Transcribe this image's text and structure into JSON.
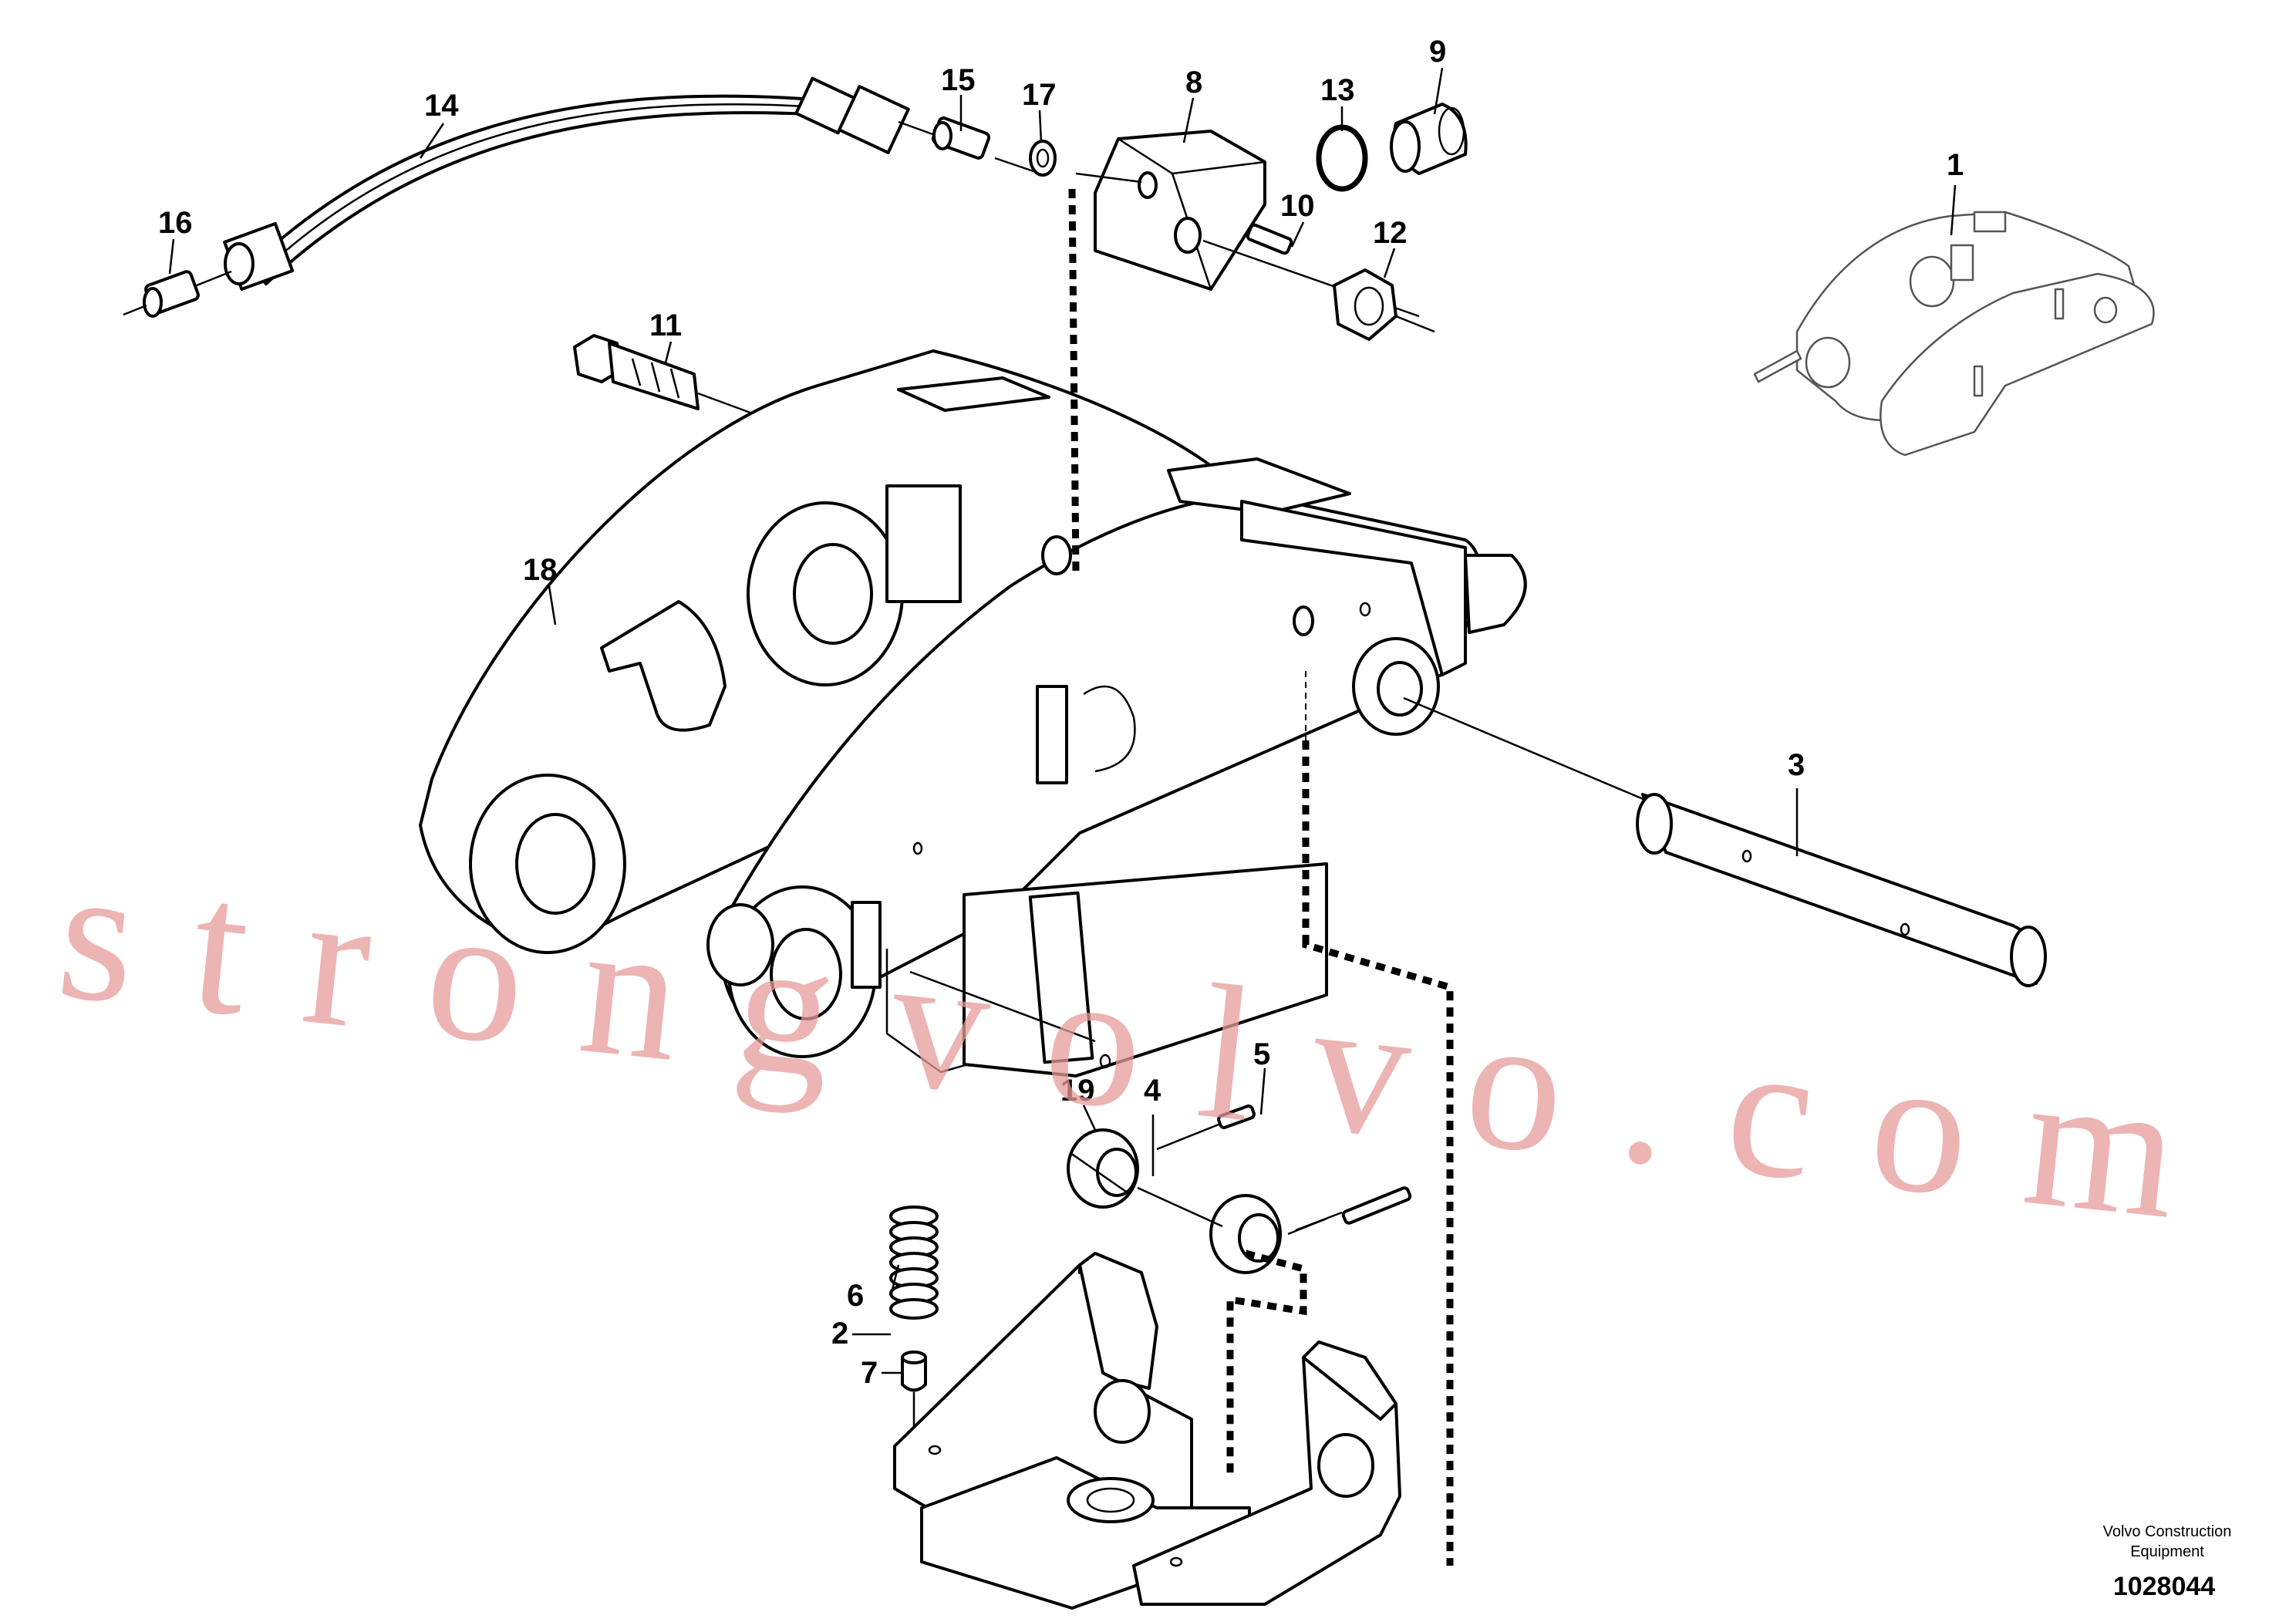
{
  "watermark": "strongvolvo.com",
  "footer": {
    "line1": "Volvo Construction",
    "line2": "Equipment",
    "number": "1028044"
  },
  "callouts": [
    "1",
    "2",
    "3",
    "4",
    "5",
    "6",
    "7",
    "8",
    "9",
    "10",
    "11",
    "12",
    "13",
    "14",
    "15",
    "16",
    "17",
    "18",
    "19"
  ]
}
